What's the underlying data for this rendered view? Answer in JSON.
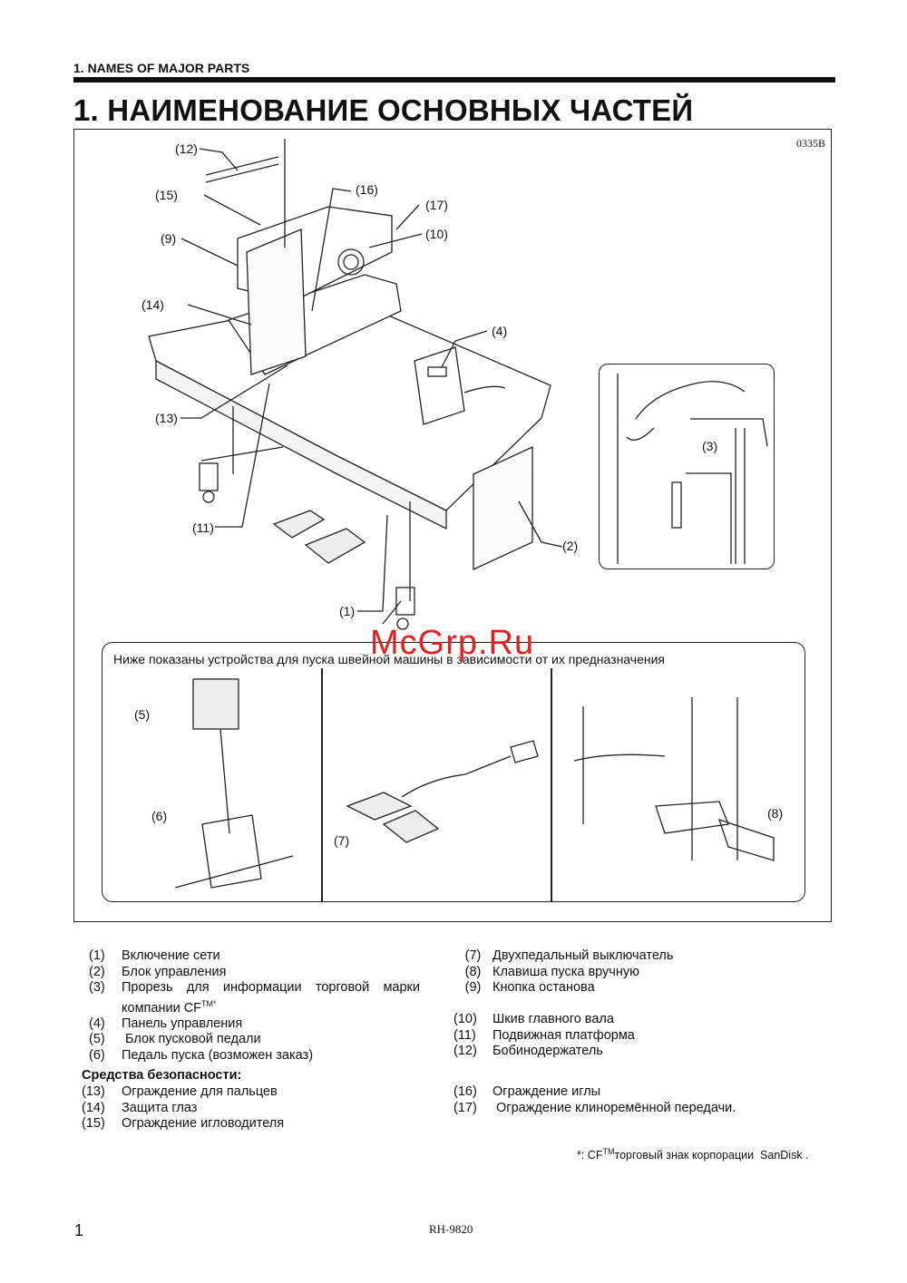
{
  "header": {
    "section": "1. NAMES OF MAJOR PARTS",
    "title": "1. НАИМЕНОВАНИЕ ОСНОВНЫХ ЧАСТЕЙ"
  },
  "figure": {
    "code": "0335B",
    "callouts": [
      "(12)",
      "(15)",
      "(16)",
      "(17)",
      "(10)",
      "(9)",
      "(14)",
      "(4)",
      "(13)",
      "(3)",
      "(11)",
      "(2)",
      "(1)",
      "(5)",
      "(6)",
      "(7)",
      "(8)"
    ],
    "sub_caption": "Ниже показаны устройства для  пуска швейной машины в зависимости от их предназначения"
  },
  "watermark": "McGrp.Ru",
  "parts_left": [
    {
      "num": "(1)",
      "text": "Включение сети"
    },
    {
      "num": "(2)",
      "text": "Блок управления"
    },
    {
      "num": "(3)",
      "text": "Прорезь для информации торговой марки компании CF",
      "sup": "TM*"
    },
    {
      "num": "(4)",
      "text": "Панель управления"
    },
    {
      "num": "(5)",
      "text": " Блок пусковой педали"
    },
    {
      "num": "(6)",
      "text": "Педаль пуска (возможен заказ)"
    }
  ],
  "parts_right": [
    {
      "num": "(7)",
      "text": "Двухпедальный выключатель"
    },
    {
      "num": "(8)",
      "text": "Клавиша пуска вручную"
    },
    {
      "num": "(9)",
      "text": "Кнопка останова"
    },
    {
      "num": "(10)",
      "text": "Шкив главного вала"
    },
    {
      "num": "(11)",
      "text": "Подвижная платформа"
    },
    {
      "num": "(12)",
      "text": "Бобинодержатель"
    }
  ],
  "safety": {
    "heading": "Средства безопасности:",
    "left": [
      {
        "num": "(13)",
        "text": "Ограждение для пальцев"
      },
      {
        "num": "(14)",
        "text": "Защита глаз"
      },
      {
        "num": "(15)",
        "text": "Ограждение игловодителя"
      }
    ],
    "right": [
      {
        "num": "(16)",
        "text": "Ограждение иглы"
      },
      {
        "num": "(17)",
        "text": " Ограждение клиноремённой передачи."
      }
    ]
  },
  "footnote": {
    "prefix": "*: CF",
    "sup": "TM",
    "text": "торговый знак корпорации  SanDisk ."
  },
  "footer": {
    "page": "1",
    "model": "RH-9820"
  }
}
